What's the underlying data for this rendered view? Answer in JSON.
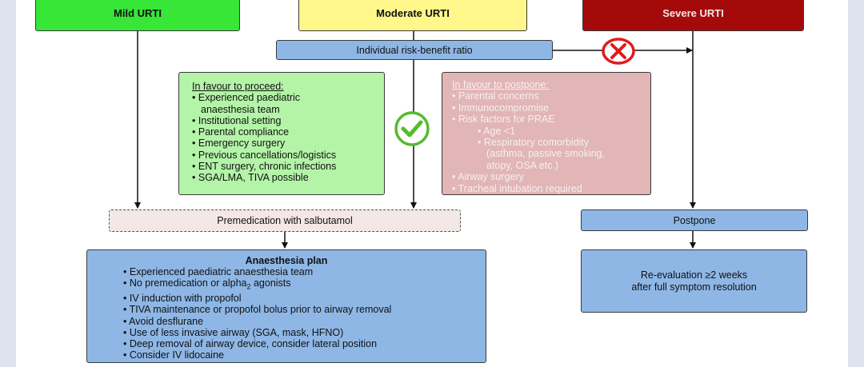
{
  "headers": {
    "mild": "Mild URTI",
    "moderate": "Moderate URTI",
    "severe": "Severe URTI"
  },
  "risk_box": "Individual risk-benefit ratio",
  "favour_proceed": {
    "title": "In favour to proceed:",
    "items": [
      [
        "Experienced paediatric",
        "anaesthesia team"
      ],
      [
        "Institutional setting"
      ],
      [
        "Parental compliance"
      ],
      [
        "Emergency surgery"
      ],
      [
        "Previous cancellations/logistics"
      ],
      [
        "ENT surgery, chronic infections"
      ],
      [
        "SGA/LMA, TIVA possible"
      ]
    ]
  },
  "favour_postpone": {
    "title": "In favour to postpone:",
    "items": {
      "parental": "Parental concerns",
      "immuno": "Immunocompromise",
      "risk_factors": "Risk factors for PRAE",
      "age": "Age <1",
      "resp_1": "Respiratory comorbidity",
      "resp_2": "(asthma, passive smoking,",
      "resp_3": "atopy, OSA etc.)",
      "airway": "Airway surgery",
      "intubation": "Tracheal intubation required"
    }
  },
  "premedication": "Premedication with salbutamol",
  "postpone": "Postpone",
  "anaesthesia_plan": {
    "title": "Anaesthesia plan",
    "items": {
      "team": "Experienced paediatric anaesthesia team",
      "premed_pre": "No premedication or alpha",
      "premed_sub": "2",
      "premed_post": " agonists",
      "iv": "IV induction with propofol",
      "tiva": "TIVA maintenance or propofol bolus prior to airway removal",
      "desflurane": "Avoid desflurane",
      "airway": "Use of less invasive airway (SGA, mask, HFNO)",
      "removal": "Deep removal of airway device, consider lateral position",
      "lidocaine": "Consider IV lidocaine"
    }
  },
  "reevaluation": {
    "line1": "Re-evaluation ≥2 weeks",
    "line2": "after full symptom resolution"
  },
  "icons": {
    "check": "check-circle-icon",
    "cross": "cross-circle-icon"
  },
  "colors": {
    "mild": "#37e637",
    "moderate": "#fff78a",
    "severe": "#a50a0a",
    "blue_box": "#8eb7e6",
    "proceed_box": "#b4f4a8",
    "postpone_box": "#e2b5b6",
    "check": "#56bb2e",
    "cross": "#e11b1b"
  }
}
